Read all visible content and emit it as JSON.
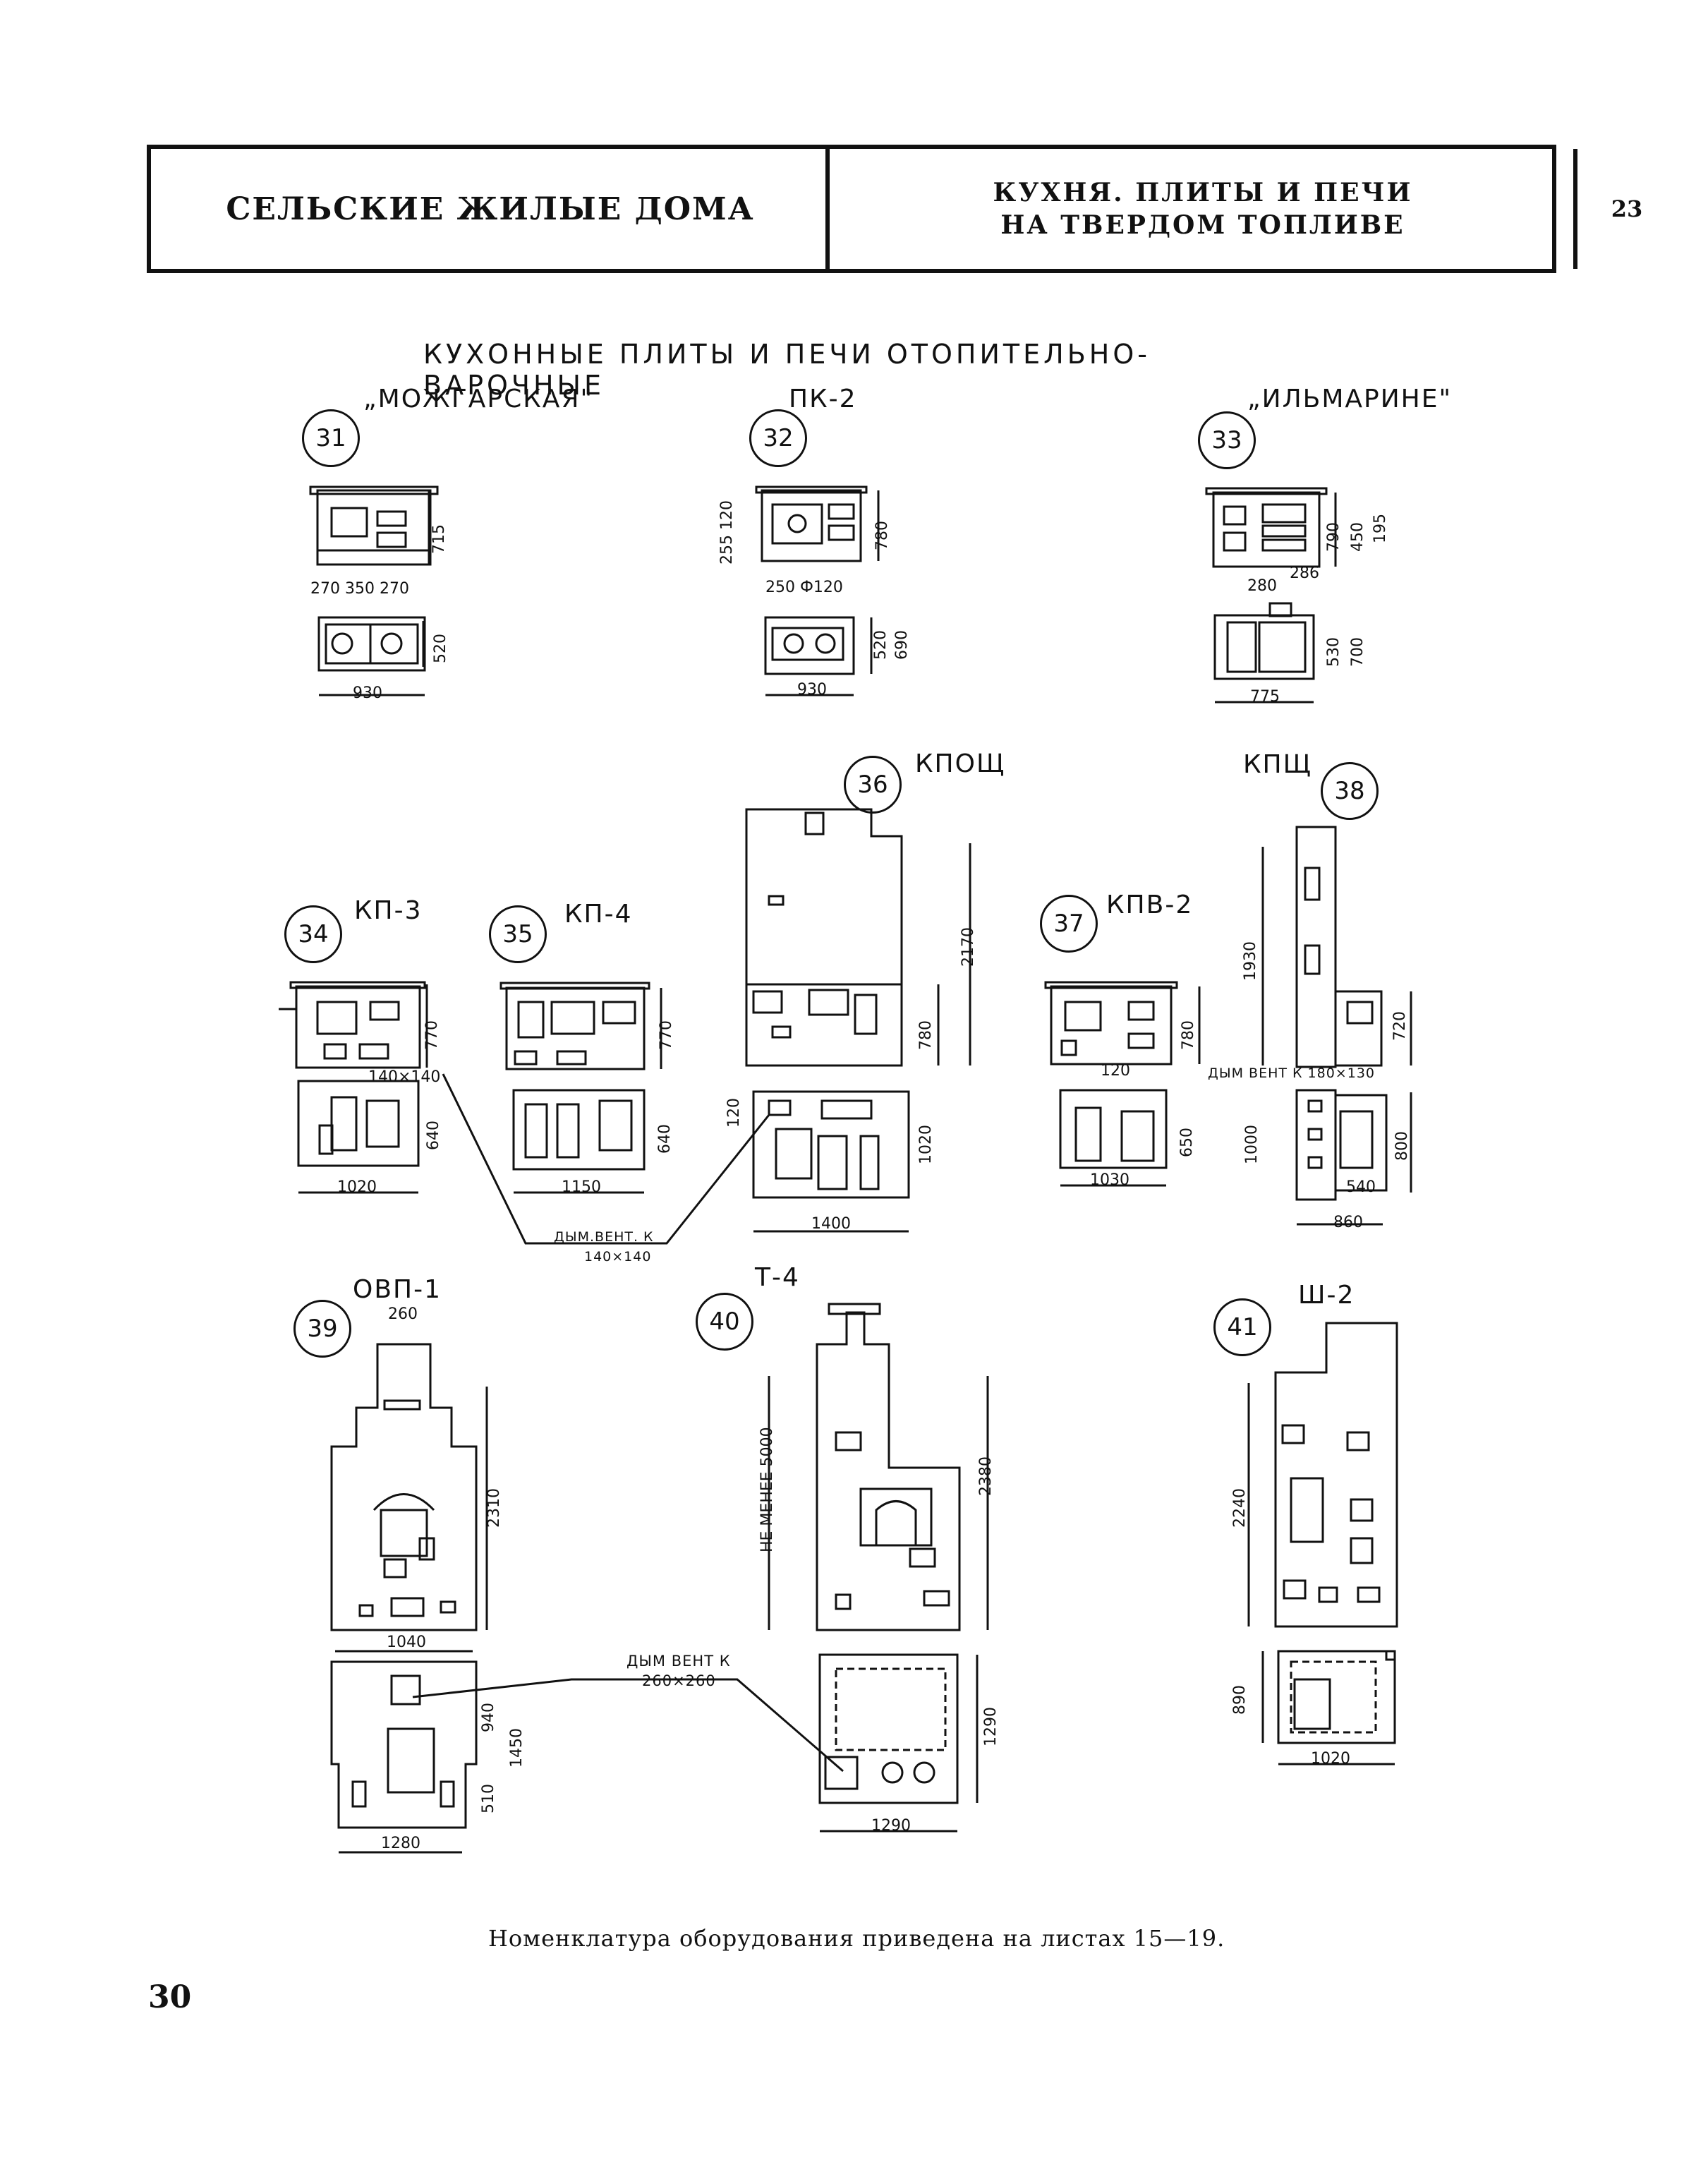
{
  "header": {
    "left_title": "СЕЛЬСКИЕ ЖИЛЫЕ ДОМА",
    "center_title_line1": "КУХНЯ. ПЛИТЫ И ПЕЧИ",
    "center_title_line2": "НА ТВЕРДОМ ТОПЛИВЕ",
    "sheet_number": "23"
  },
  "main_title": "КУХОННЫЕ ПЛИТЫ И ПЕЧИ ОТОПИТЕЛЬНО-ВАРОЧНЫЕ",
  "items": [
    {
      "number": "31",
      "name": "„МОЖГАРСКАЯ\""
    },
    {
      "number": "32",
      "name": "ПК-2"
    },
    {
      "number": "33",
      "name": "„ИЛЬМАРИНЕ\""
    },
    {
      "number": "34",
      "name": "КП-3"
    },
    {
      "number": "35",
      "name": "КП-4"
    },
    {
      "number": "36",
      "name": "КПОЩ"
    },
    {
      "number": "37",
      "name": "КПВ-2"
    },
    {
      "number": "38",
      "name": "КПЩ"
    },
    {
      "number": "39",
      "name": "ОВП-1"
    },
    {
      "number": "40",
      "name": "Т-4"
    },
    {
      "number": "41",
      "name": "Ш-2"
    }
  ],
  "dimensions": {
    "d31": {
      "h": "715",
      "top": "270 350  270",
      "depth": "520",
      "width": "930"
    },
    "d32": {
      "h": "780",
      "side": "255 120",
      "top": "250 Ф120",
      "depth": "520",
      "depth2": "690",
      "width": "930"
    },
    "d33": {
      "h": "790",
      "h2": "450",
      "h3": "195",
      "top1": "286",
      "top2": "280",
      "depth": "530",
      "depth2": "700",
      "width": "775"
    },
    "d34": {
      "h": "770",
      "flue": "140×140",
      "depth": "640",
      "width": "1020"
    },
    "d35": {
      "h": "770",
      "depth": "640",
      "width": "1150"
    },
    "d36": {
      "h": "2170",
      "h2": "780",
      "side": "120",
      "depth": "1020",
      "width": "1400"
    },
    "d37": {
      "h": "780",
      "top": "120",
      "depth": "650",
      "width": "1030"
    },
    "d38": {
      "h": "1930",
      "h2": "720",
      "note": "ДЫМ ВЕНТ К 180×130",
      "depth": "1000",
      "depth2": "800",
      "w1": "540",
      "width": "860"
    },
    "d39": {
      "top": "260",
      "h": "2310",
      "width": "1040",
      "d1": "940",
      "d2": "1450",
      "d3": "510",
      "base": "1280"
    },
    "d40": {
      "note": "НЕ МЕНЕЕ 5000",
      "h": "2380",
      "depth": "1290",
      "width": "1290"
    },
    "d41": {
      "h": "2240",
      "depth": "890",
      "width": "1020"
    }
  },
  "notes": {
    "flue_34_35_36_line1": "ДЫМ.ВЕНТ. К",
    "flue_34_35_36_line2": "140×140",
    "flue_39_40_line1": "ДЫМ ВЕНТ К",
    "flue_39_40_line2": "260×260"
  },
  "footer_note": "Номенклатура оборудования приведена на листах 15—19.",
  "page_number": "30"
}
